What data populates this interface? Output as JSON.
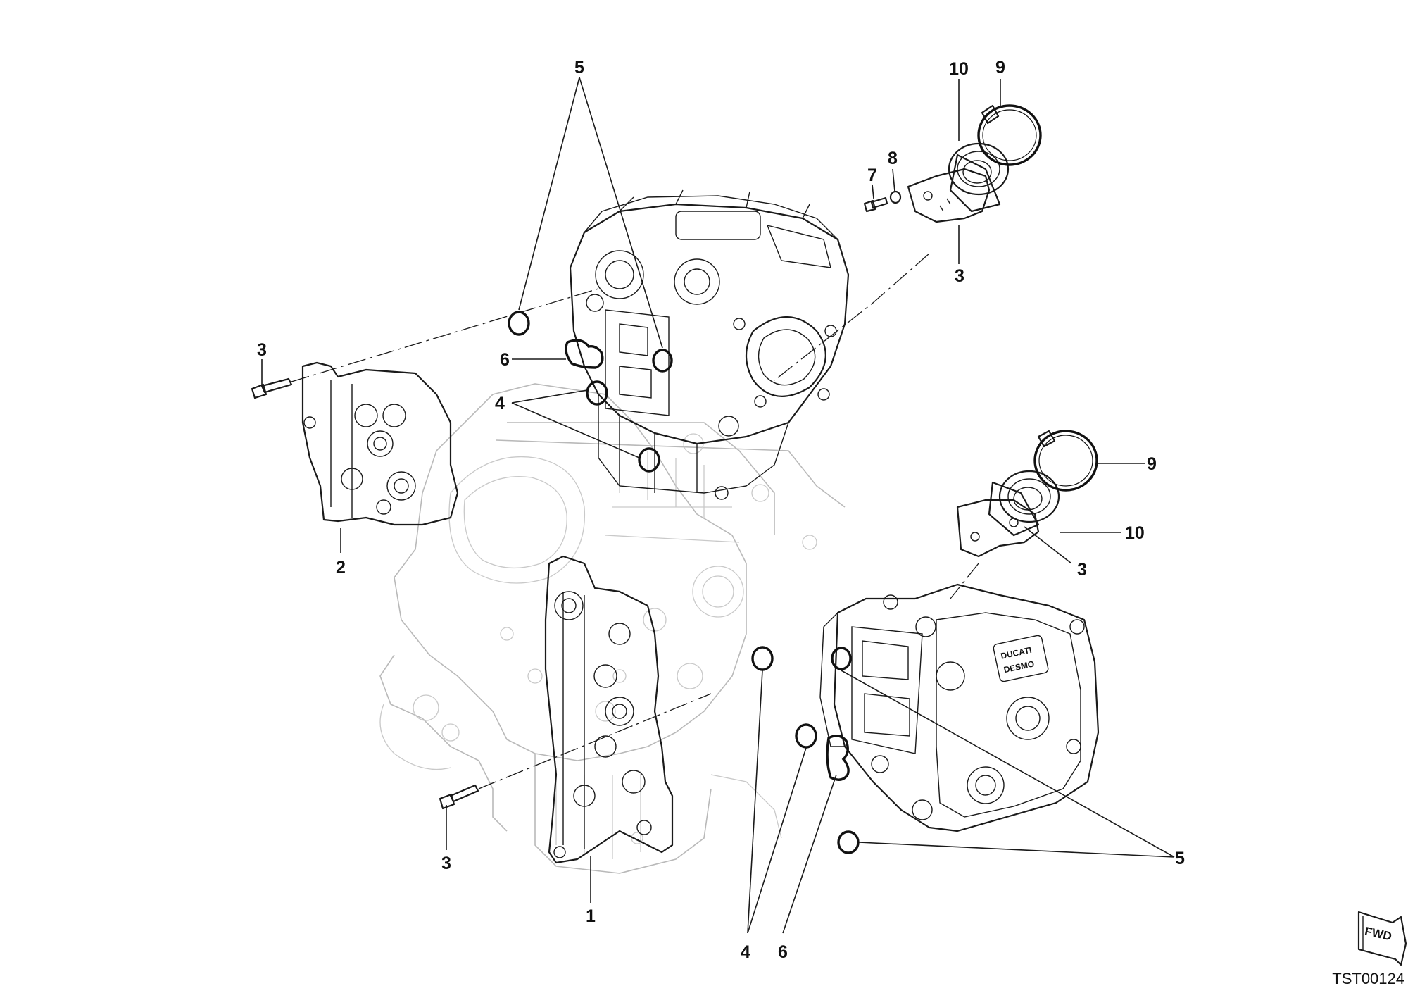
{
  "diagram": {
    "drawing_code": "TST00124",
    "direction_badge": "FWD",
    "emblem_text": [
      "DUCATI",
      "DESMO"
    ],
    "callouts": [
      {
        "id": "c5-top",
        "text": "5"
      },
      {
        "id": "c6-left",
        "text": "6"
      },
      {
        "id": "c4-left",
        "text": "4"
      },
      {
        "id": "c3-left",
        "text": "3"
      },
      {
        "id": "c2",
        "text": "2"
      },
      {
        "id": "c10-top",
        "text": "10"
      },
      {
        "id": "c9-top",
        "text": "9"
      },
      {
        "id": "c8",
        "text": "8"
      },
      {
        "id": "c7",
        "text": "7"
      },
      {
        "id": "c3-top",
        "text": "3"
      },
      {
        "id": "c9-right",
        "text": "9"
      },
      {
        "id": "c10-right",
        "text": "10"
      },
      {
        "id": "c3-right",
        "text": "3"
      },
      {
        "id": "c3-bottom",
        "text": "3"
      },
      {
        "id": "c1",
        "text": "1"
      },
      {
        "id": "c4-bottom",
        "text": "4"
      },
      {
        "id": "c6-bottom",
        "text": "6"
      },
      {
        "id": "c5-right",
        "text": "5"
      }
    ]
  }
}
